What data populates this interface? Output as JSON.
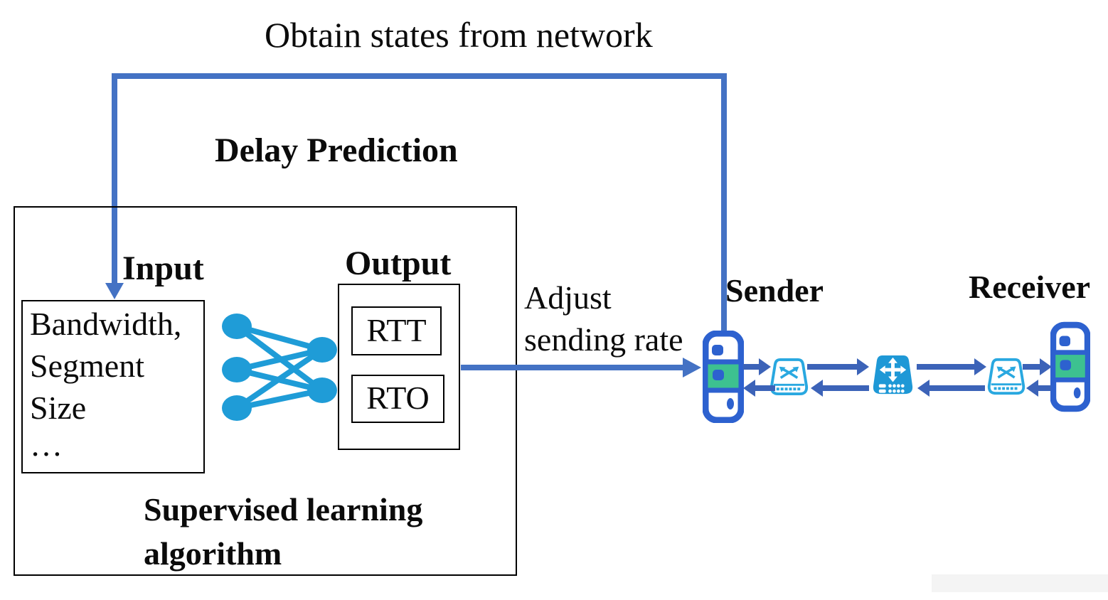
{
  "labels": {
    "obtain_states": "Obtain states from network",
    "delay_prediction": "Delay Prediction",
    "input": "Input",
    "output": "Output",
    "input_lines": [
      "Bandwidth,",
      "Segment",
      "Size",
      "…"
    ],
    "rtt": "RTT",
    "rto": "RTO",
    "supervised_lines": [
      "Supervised learning",
      "algorithm"
    ],
    "adjust_lines": [
      "Adjust",
      "sending rate"
    ],
    "sender": "Sender",
    "receiver": "Receiver"
  },
  "icons": {
    "feedback_arrow": "down-arrow-icon",
    "sender_device": "server-icon",
    "receiver_device": "server-icon",
    "left_switch": "switch-icon",
    "middle_router": "router-icon",
    "right_switch": "switch-icon",
    "model_graphic": "neural-network-icon"
  },
  "colors": {
    "feedback_line": "#4472C4",
    "device_arrows": "#3C63B8",
    "neural_network": "#1F9CD7",
    "switch_outline": "#29A8E0",
    "router_fill": "#1E98D6",
    "server_blue": "#2D61CF",
    "server_green": "#3DC190",
    "box_border": "#000000",
    "text": "#0b0b0b"
  }
}
